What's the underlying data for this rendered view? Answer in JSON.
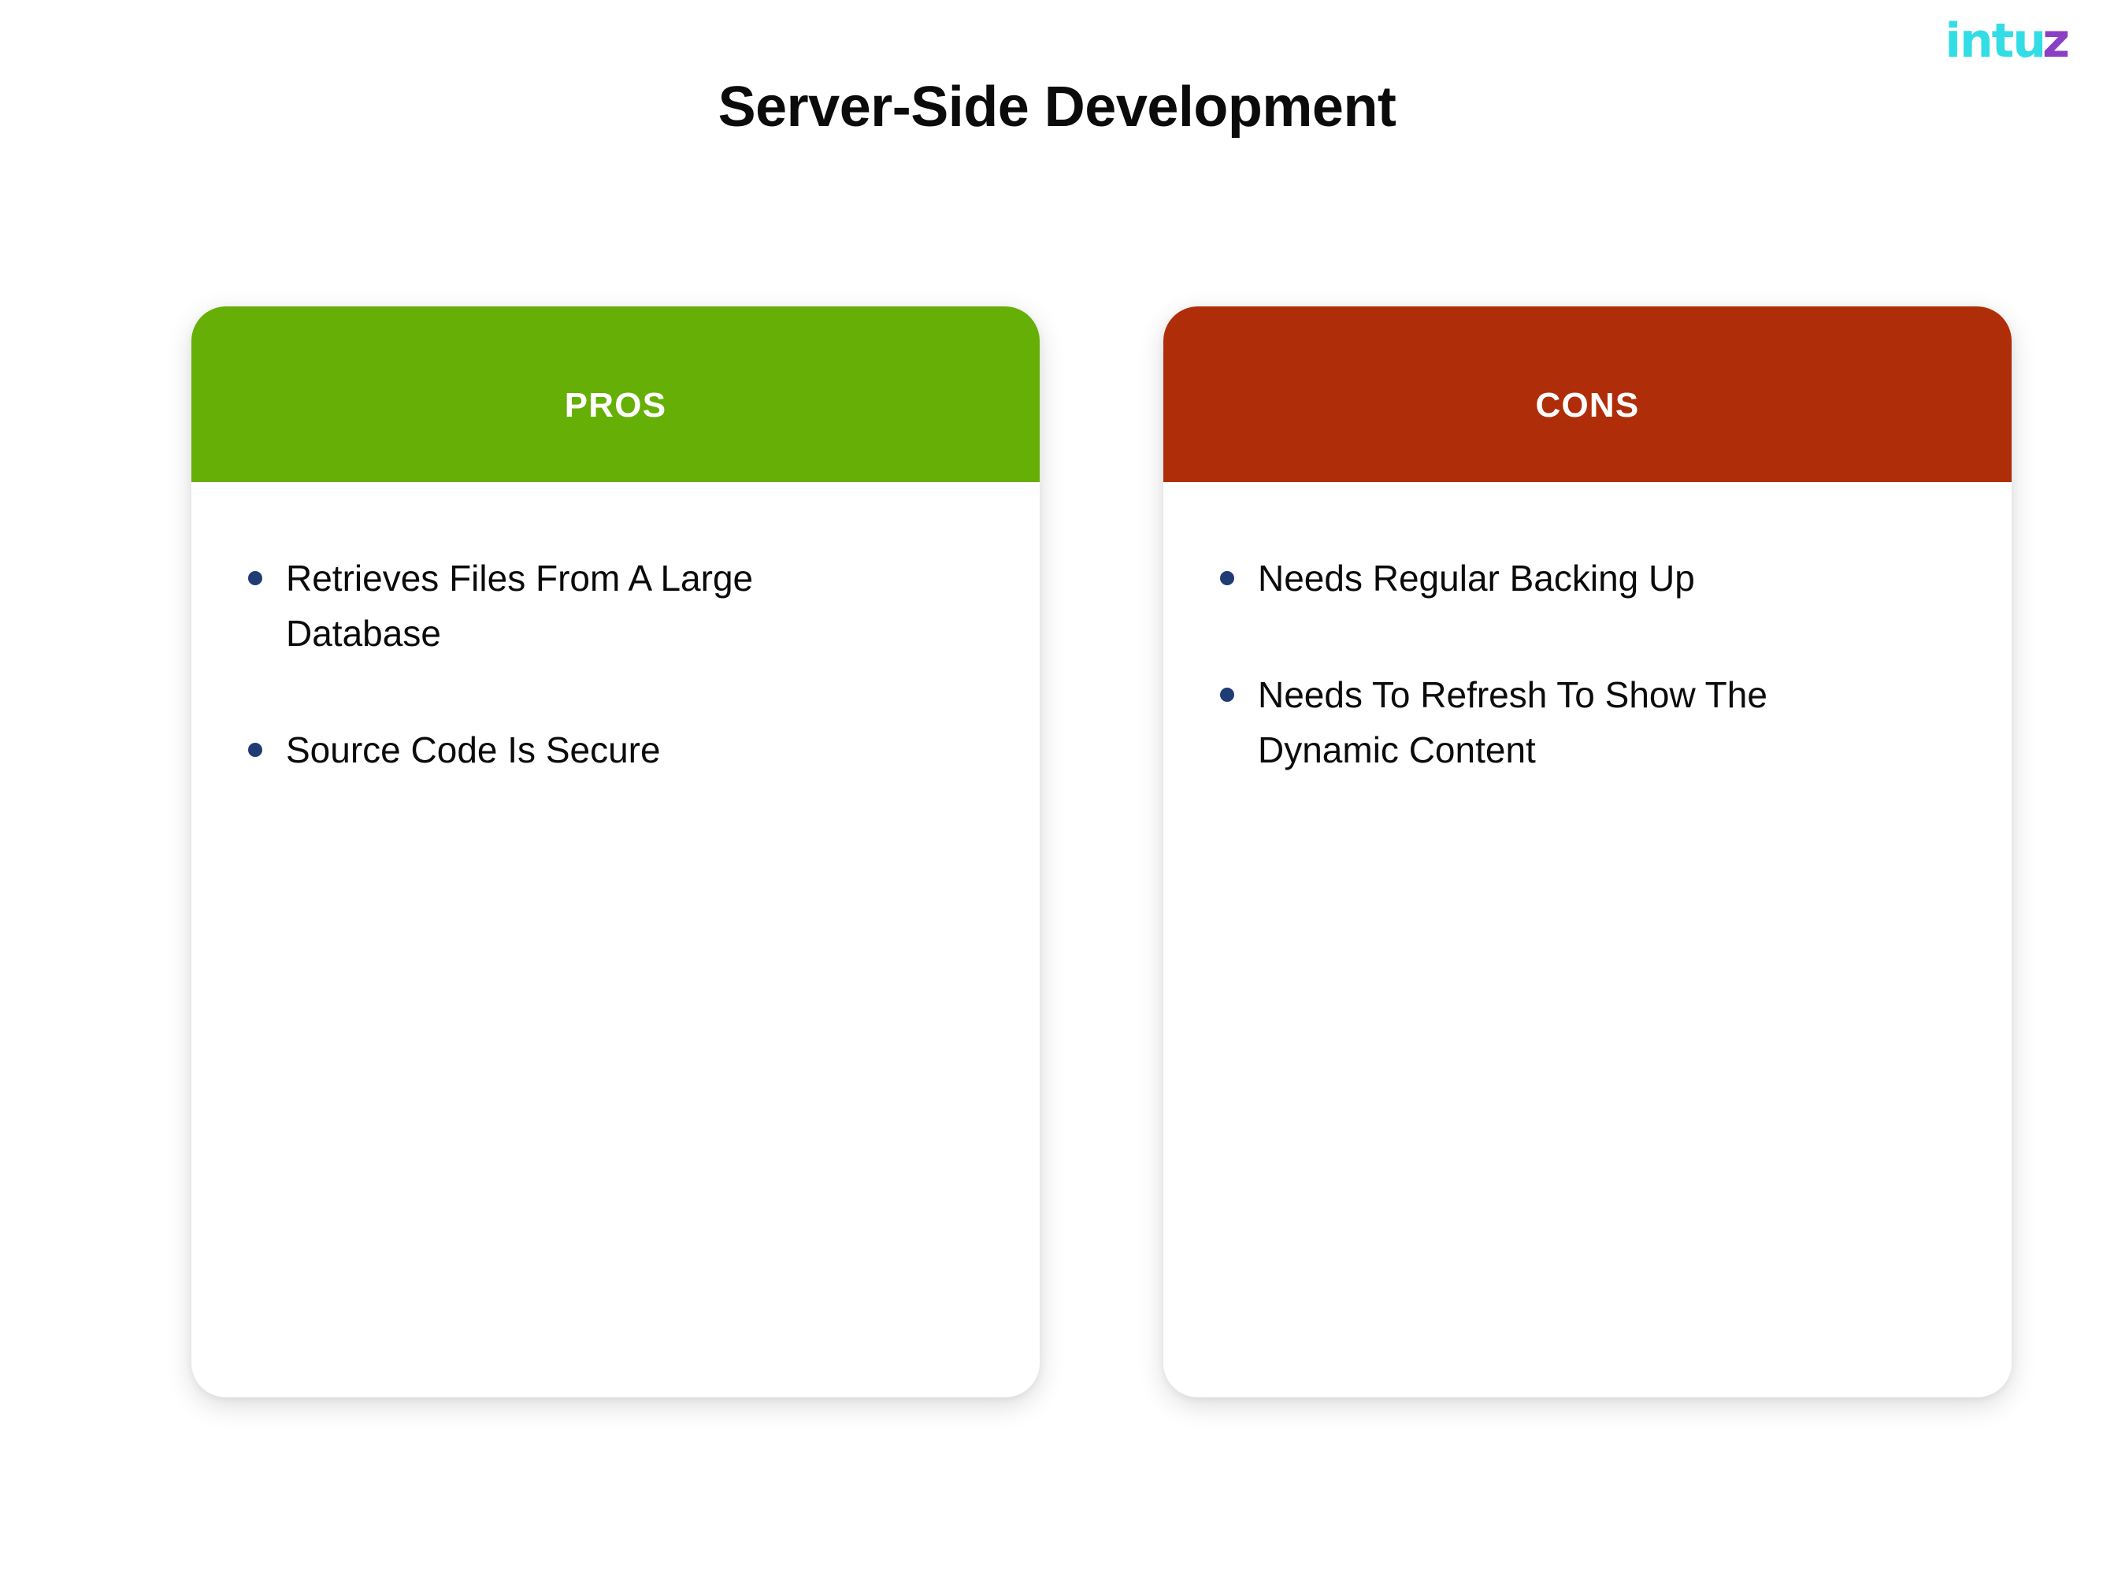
{
  "slide": {
    "title": "Server-Side Development",
    "background_color": "#FFFFFF"
  },
  "brand": {
    "logo_main": "intu",
    "logo_accent": "z",
    "logo_main_color": "#33DDE5",
    "logo_accent_color": "#8B3FC4"
  },
  "cards": [
    {
      "id": "pros",
      "header_label": "PROS",
      "header_color": "#65AF06",
      "header_text_color": "#FFFFFF",
      "bullet_color": "#1F3C74",
      "items": [
        "Retrieves Files From A Large Database",
        "Source Code Is Secure"
      ]
    },
    {
      "id": "cons",
      "header_label": "CONS",
      "header_color": "#AF2E09",
      "header_text_color": "#FFFFFF",
      "bullet_color": "#1F3C74",
      "items": [
        "Needs Regular Backing Up",
        "Needs To Refresh To Show The Dynamic Content"
      ]
    }
  ]
}
